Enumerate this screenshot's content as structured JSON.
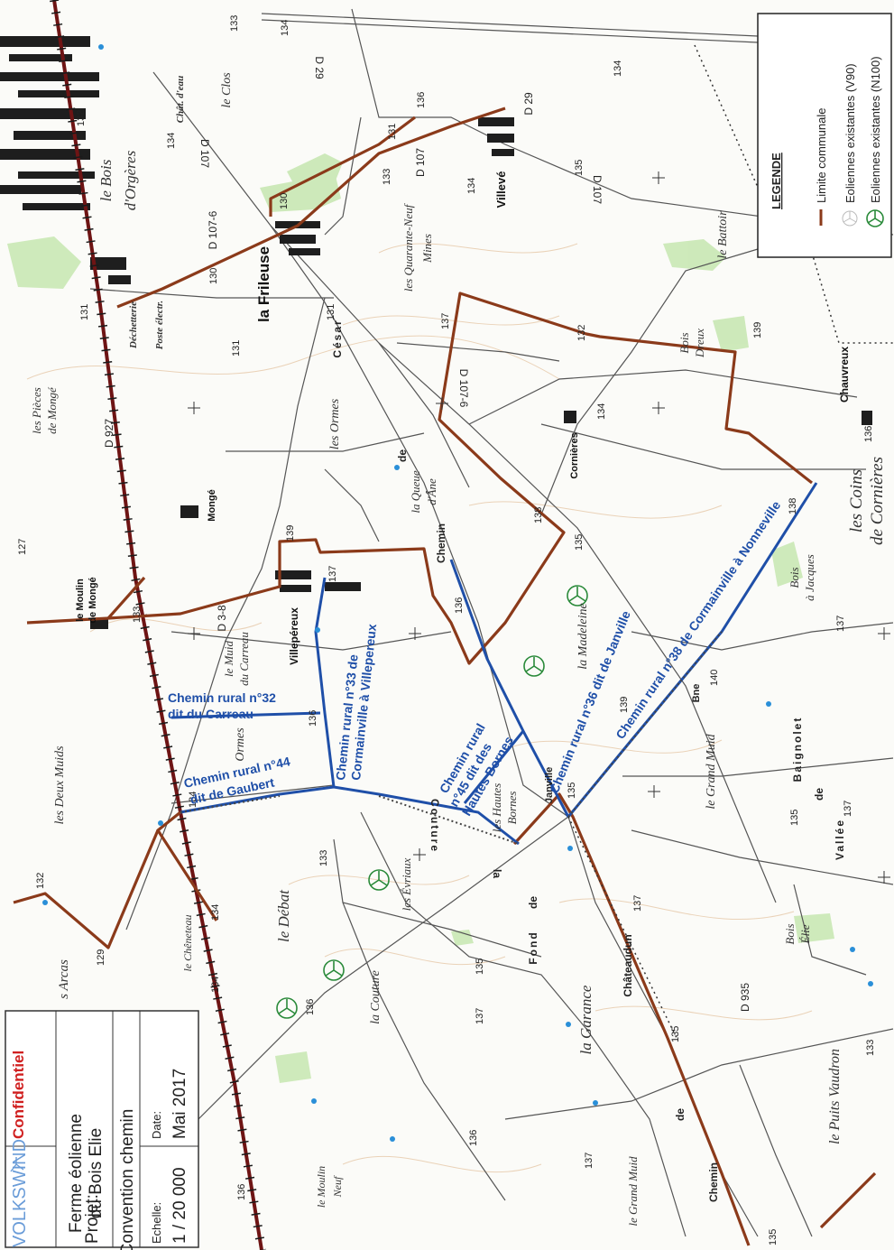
{
  "legend": {
    "title": "LEGENDE",
    "items": [
      {
        "label": "Limite communale",
        "icon": "red-line-icon"
      },
      {
        "label": "Eoliennes existantes (V90)",
        "icon": "wind-turbine-small-icon"
      },
      {
        "label": "Eoliennes existantes (N100)",
        "icon": "wind-turbine-green-icon"
      }
    ]
  },
  "title_block": {
    "company": "VOLKSWIND",
    "confidential": "Confidentiel",
    "projet_label": "Projet:",
    "projet_line1": "Ferme éolienne",
    "projet_line2": "du Bois Elie",
    "convention": "Convention chemin",
    "date_label": "Date:",
    "date_value": "Mai 2017",
    "echelle_label": "Echelle:",
    "echelle_value": "1 / 20 000"
  },
  "chemins": {
    "cr32_l1": "Chemin rural n°32",
    "cr32_l2": "dit du Carreau",
    "cr44_l1": "Chemin rural n°44",
    "cr44_l2": "dit de Gaubert",
    "cr33_l1": "Chemin rural n°33 de",
    "cr33_l2": "Cormainville à Villepereux",
    "cr45_l1": "Chemin rural",
    "cr45_l2": "n°45 dit des",
    "cr45_l3": "Hautes Bornes",
    "cr36": "Chemin rural n°36 dit de Janville",
    "cr38": "Chemin rural n°38 de Cormainville à Nonneville"
  },
  "places": {
    "bois_orgeres_1": "le Bois",
    "bois_orgeres_2": "d'Orgères",
    "la_frileuse": "la Frileuse",
    "dechetterie": "Déchetterie",
    "poste_electr": "Poste électr.",
    "chat_eau": "Chât. d'eau",
    "le_clos": "le Clos",
    "quarante_neuf_1": "les Quarante-Neuf",
    "quarante_neuf_2": "Mines",
    "villeve": "Villevé",
    "le_battoir": "le Battoir",
    "pieces_monge_1": "les Pièces",
    "pieces_monge_2": "de Mongé",
    "monge": "Mongé",
    "moulin_monge_1": "le Moulin",
    "moulin_monge_2": "de Mongé",
    "les_ormes": "les Ormes",
    "cesar": "César",
    "queue_ane_1": "la Queue",
    "queue_ane_2": "d'Âne",
    "cornieres": "Cornières",
    "bois_dreux_1": "Bois",
    "bois_dreux_2": "Dreux",
    "chauvreux": "Chauvreux",
    "coins_cornieres_1": "les Coins",
    "coins_cornieres_2": "de Cornières",
    "bois_jacques_1": "Bois",
    "bois_jacques_2": "à Jacques",
    "muid_carreau_1": "le Muid",
    "muid_carreau_2": "du Carreau",
    "villepereux": "Villepéreux",
    "ormes2": "Ormes",
    "deux_muids": "les Deux Muids",
    "la_madeleine": "la Madeleine",
    "hautes_bornes_1": "les Hautes",
    "hautes_bornes_2": "Bornes",
    "grand_muid": "le Grand Muid",
    "baignolet": "Baignolet",
    "vallee": "Vallée",
    "de": "de",
    "evriaux": "les Évriaux",
    "couture_w": "Couture",
    "la_w": "la",
    "debat": "le Débat",
    "cheneteau": "le Chêneteau",
    "arcas": "s Arcas",
    "la_couture": "la Couture",
    "fond_de_1": "Fond",
    "fond_de_2": "de",
    "la_garance": "la Garance",
    "chateaudun": "Châteaudun",
    "bois_elie_1": "Bois",
    "bois_elie_2": "Élie",
    "puits_vaudron": "le Puits Vaudron",
    "moulin_neuf_1": "le Moulin",
    "moulin_neuf_2": "Neuf",
    "grand_muid2": "le Grand Muid",
    "chemin_w": "Chemin",
    "chemin_w2": "Chemin",
    "de_w2": "de",
    "bne": "Bne",
    "janville_w": "Janville",
    "de_w3": "de"
  },
  "roads": {
    "d29a": "D 29",
    "d29b": "D 29",
    "d107a": "D 107",
    "d107b": "D 107",
    "d107c": "D 107",
    "d1076a": "D 107-6",
    "d1076b": "D 107-6",
    "d927": "D 927",
    "d38": "D 3-8",
    "d935": "D 935"
  },
  "elevations": [
    "133",
    "134",
    "132",
    "134",
    "136",
    "134",
    "133",
    "130",
    "130",
    "131",
    "131",
    "135",
    "134",
    "137",
    "132",
    "139",
    "134",
    "136",
    "131",
    "127",
    "139",
    "137",
    "138",
    "136",
    "138",
    "133",
    "137",
    "140",
    "139",
    "136",
    "134",
    "134",
    "133",
    "135",
    "137",
    "135",
    "137",
    "135",
    "132",
    "129",
    "134",
    "136",
    "137",
    "137",
    "135",
    "133",
    "136",
    "136",
    "135",
    "135",
    "131"
  ]
}
